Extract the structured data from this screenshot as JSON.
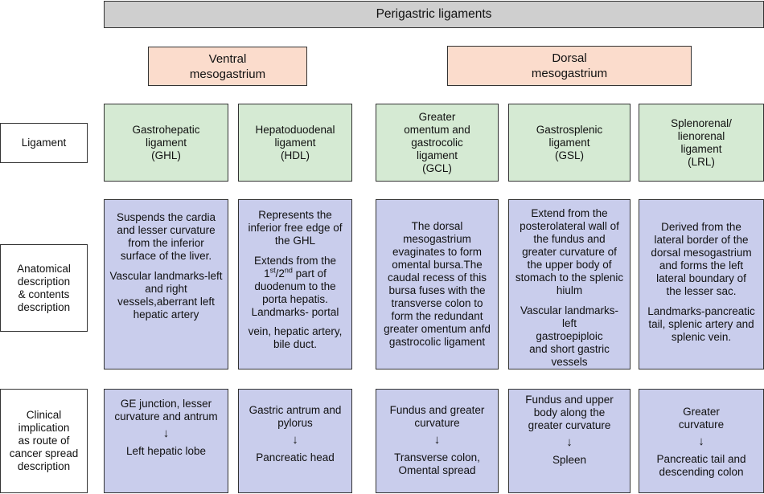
{
  "title": "Perigastric ligaments",
  "groups": {
    "ventral": "Ventral\nmesogastrium",
    "dorsal": "Dorsal\nmesogastrium"
  },
  "row_labels": {
    "ligament": "Ligament",
    "anatomical": "Anatomical\ndescription\n& contents\ndescription",
    "clinical": "Clinical\nimplication\nas route of\ncancer spread\ndescription"
  },
  "ligaments": [
    "Gastrohepatic\nligament\n(GHL)",
    "Hepatoduodenal\nligament\n(HDL)",
    "Greater\nomentum and\ngastrocolic\nligament\n(GCL)",
    "Gastrosplenic\nligament\n(GSL)",
    "Splenorenal/\nlienorenal\nligament\n(LRL)"
  ],
  "anatomical": {
    "ghl": [
      "Suspends the cardia\nand lesser curvature\nfrom the inferior\nsurface of the liver.",
      "Vascular landmarks-left\nand right\nvessels,aberrant left\nhepatic artery"
    ],
    "hdl": {
      "p1": "Represents the\ninferior free edge of\nthe GHL",
      "p2_a": "Extends from the",
      "p2_b_1": "1",
      "p2_b_sup1": "st",
      "p2_b_slash": "/2",
      "p2_b_sup2": "nd",
      "p2_b_rest": " part of",
      "p2_c": "duodenum to the\nporta hepatis.\nLandmarks- portal",
      "p3": "vein, hepatic artery,\nbile duct."
    },
    "gcl": [
      "The dorsal\nmesogastrium\nevaginates to form\nomental bursa.The\ncaudal recess of this\nbursa fuses with the\ntransverse colon to\nform the redundant\ngreater omentum anfd\ngastrocolic ligament"
    ],
    "gsl": [
      "Extend from the\nposterolateral wall of\nthe fundus and\ngreater curvature of\nthe upper body of\nstomach to the splenic\nhiulm",
      "Vascular landmarks-left\ngastroepiploic\nand short gastric\nvessels"
    ],
    "lrl": [
      "Derived from the\nlateral border of the\ndorsal mesogastrium\nand forms the left\nlateral boundary of\nthe lesser sac.",
      "Landmarks-pancreatic\ntail, splenic artery and\nsplenic vein."
    ]
  },
  "clinical": [
    {
      "from": "GE junction, lesser\ncurvature and antrum",
      "to": "Left hepatic lobe"
    },
    {
      "from": "Gastric antrum and\npylorus",
      "to": "Pancreatic head"
    },
    {
      "from": "Fundus and greater\ncurvature",
      "to": "Transverse colon,\nOmental spread"
    },
    {
      "from": "Fundus and upper\nbody along the\ngreater curvature",
      "to": "Spleen"
    },
    {
      "from": "Greater\ncurvature",
      "to": "Pancreatic tail and\ndescending colon"
    }
  ],
  "arrow_glyph": "↓",
  "colors": {
    "title_bg": "#cfcfcf",
    "mesogastrium_bg": "#fbdccc",
    "ligament_bg": "#d5ead3",
    "description_bg": "#c9cdec"
  }
}
